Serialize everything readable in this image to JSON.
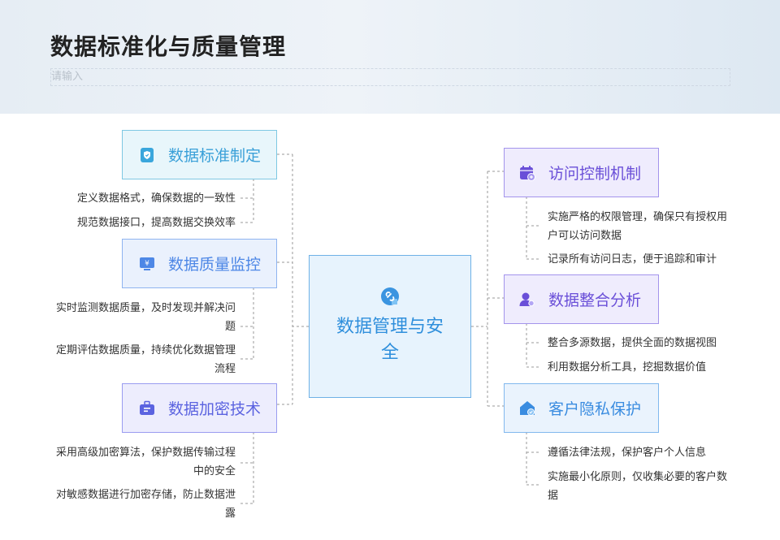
{
  "header": {
    "title": "数据标准化与质量管理",
    "input_placeholder": "请输入"
  },
  "center": {
    "icon": "link-icon",
    "label": "数据管理与安全"
  },
  "left_branches": [
    {
      "label": "数据标准制定",
      "icon": "shield-document-icon",
      "items": [
        "定义数据格式，确保数据的一致性",
        "规范数据接口，提高数据交换效率"
      ]
    },
    {
      "label": "数据质量监控",
      "icon": "monitor-icon",
      "items": [
        "实时监测数据质量，及时发现并解决问题",
        "定期评估数据质量，持续优化数据管理流程"
      ]
    },
    {
      "label": "数据加密技术",
      "icon": "briefcase-icon",
      "items": [
        "采用高级加密算法，保护数据传输过程中的安全",
        "对敏感数据进行加密存储，防止数据泄露"
      ]
    }
  ],
  "right_branches": [
    {
      "label": "访问控制机制",
      "icon": "calendar-lock-icon",
      "items": [
        "实施严格的权限管理，确保只有授权用户可以访问数据",
        "记录所有访问日志，便于追踪和审计"
      ]
    },
    {
      "label": "数据整合分析",
      "icon": "user-search-icon",
      "items": [
        "整合多源数据，提供全面的数据视图",
        "利用数据分析工具，挖掘数据价值"
      ]
    },
    {
      "label": "客户隐私保护",
      "icon": "home-shield-icon",
      "items": [
        "遵循法律法规，保护客户个人信息",
        "实施最小化原则，仅收集必要的客户数据"
      ]
    }
  ]
}
